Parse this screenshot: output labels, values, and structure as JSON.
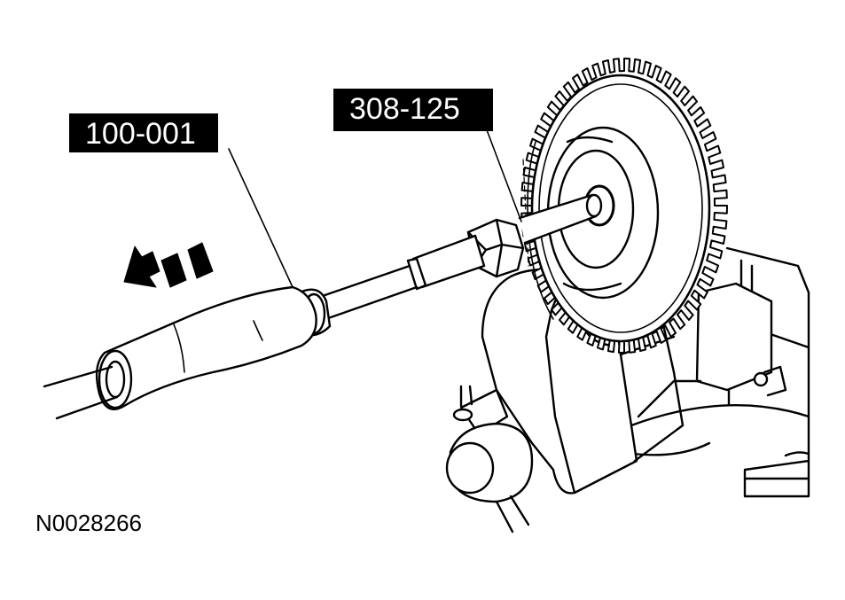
{
  "callouts": {
    "slide_hammer": "100-001",
    "remover_tool": "308-125"
  },
  "figure_id": "N0028266",
  "colors": {
    "ink": "#000000",
    "paper": "#ffffff"
  },
  "icons": [
    "pull-direction-arrow-icon"
  ]
}
